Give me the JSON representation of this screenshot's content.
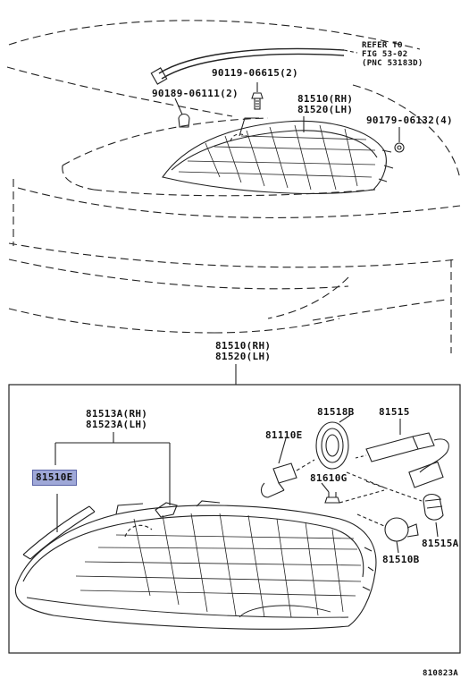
{
  "page": {
    "figure_id": "810823A",
    "highlight_color": "#9fa8d8"
  },
  "upper": {
    "refer_line1": "REFER TO",
    "refer_line2": "FIG 53-02",
    "refer_line3": "(PNC 53183D)",
    "part_90119": "90119-06615(2)",
    "part_90189": "90189-06111(2)",
    "part_81510_rh": "81510(RH)",
    "part_81520_lh": "81520(LH)",
    "part_90179": "90179-06132(4)"
  },
  "middle": {
    "part_81510_rh": "81510(RH)",
    "part_81520_lh": "81520(LH)"
  },
  "box": {
    "part_81513a_rh": "81513A(RH)",
    "part_81523a_lh": "81523A(LH)",
    "part_81510e": "81510E",
    "part_81518b": "81518B",
    "part_81515": "81515",
    "part_81110e": "81110E",
    "part_81610g": "81610G",
    "part_81515a": "81515A",
    "part_81510b": "81510B"
  }
}
